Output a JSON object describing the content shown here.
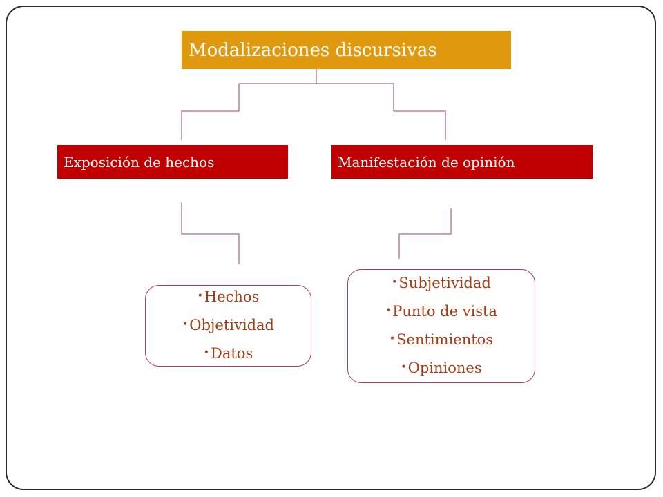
{
  "diagram": {
    "root": {
      "label": "Modalizaciones discursivas"
    },
    "branches": [
      {
        "label": "Exposición de hechos",
        "items": [
          "Hechos",
          "Objetividad",
          "Datos"
        ]
      },
      {
        "label": "Manifestación de opinión",
        "items": [
          "Subjetividad",
          "Punto de vista",
          "Sentimientos",
          "Opiniones"
        ]
      }
    ]
  },
  "colors": {
    "root_fill": "#e0980e",
    "branch_fill": "#c00000",
    "connector": "#a3405b",
    "list_text": "#a33d14",
    "frame_border": "#2b2b2b"
  }
}
